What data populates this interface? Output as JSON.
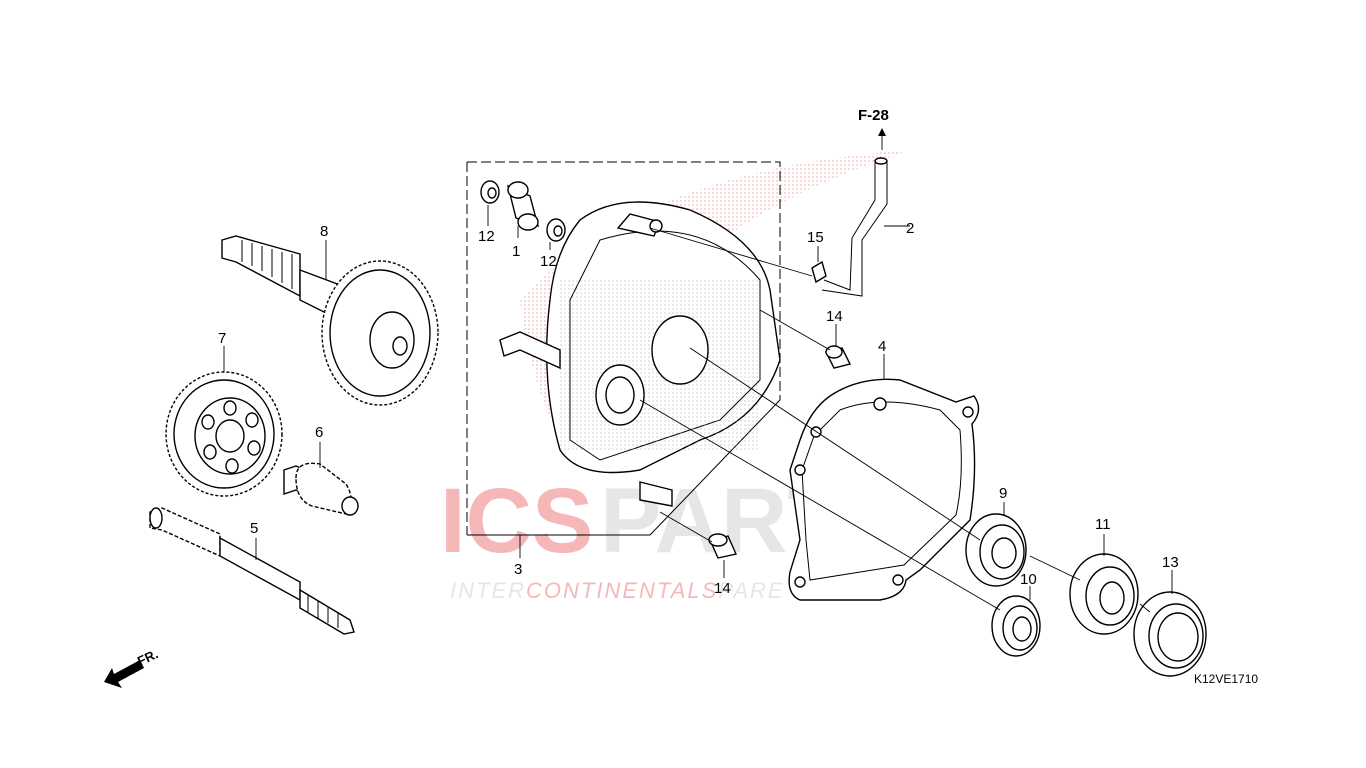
{
  "diagram": {
    "reference": "F-28",
    "drawing_code": "K12VE1710",
    "direction_label": "FR.",
    "watermark": {
      "brand_left": "ICS",
      "brand_right": "PARTS",
      "tagline_a": "INTER",
      "tagline_b": "CONTINENTAL",
      "tagline_c": "S",
      "tagline_d": "PARE PARTS",
      "colors": {
        "red": "#e8343a",
        "grey": "#b8b8b8"
      }
    },
    "callouts": {
      "p1": "1",
      "p2": "2",
      "p3": "3",
      "p4": "4",
      "p5": "5",
      "p6": "6",
      "p7": "7",
      "p8": "8",
      "p9": "9",
      "p10": "10",
      "p11": "11",
      "p12a": "12",
      "p12b": "12",
      "p13": "13",
      "p14a": "14",
      "p14b": "14",
      "p15": "15"
    }
  }
}
